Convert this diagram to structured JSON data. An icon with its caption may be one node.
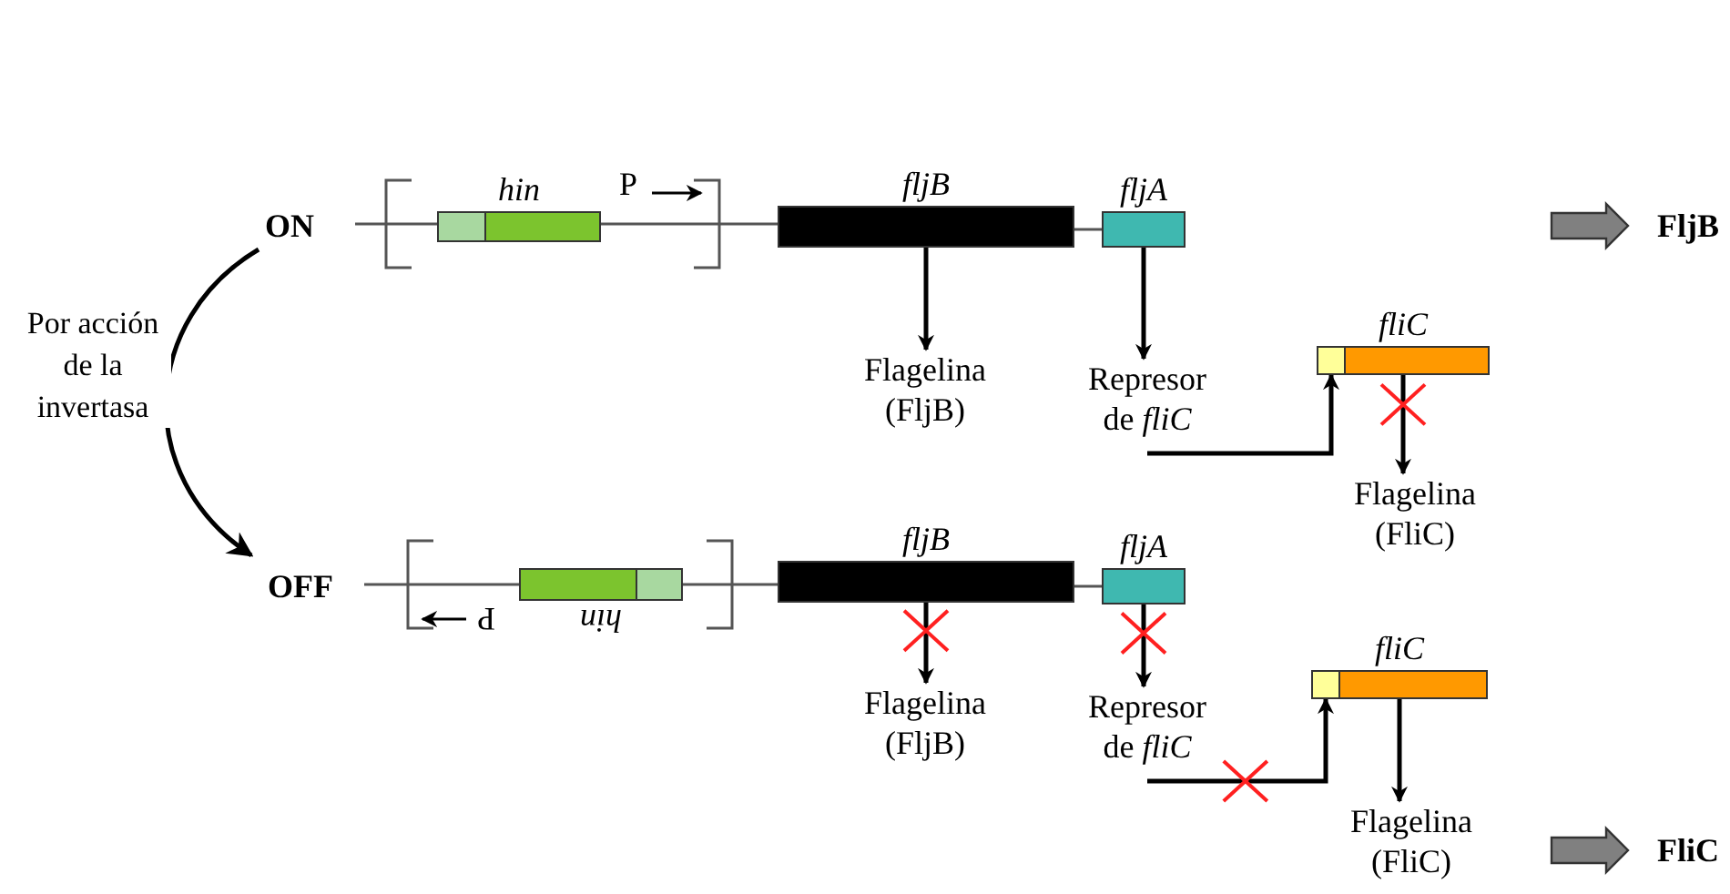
{
  "diagram": {
    "nodes": [
      {
        "text": [
          "ON"
        ]
      },
      {
        "text": [
          "hin"
        ]
      },
      {
        "text": [
          "fljB"
        ]
      },
      {
        "text": [
          "fljA"
        ]
      },
      {
        "text": [
          "Flagelina (FljB)"
        ]
      },
      {
        "text": [
          "Represor de *fliC*"
        ]
      },
      {
        "text": [
          "fliC"
        ]
      },
      {
        "text": [
          "Flagelina (FliC)"
        ]
      },
      {
        "text": [
          "OFF"
        ]
      },
      {
        "text": [
          "hin"
        ]
      },
      {
        "text": [
          "fljB"
        ]
      },
      {
        "text": [
          "fljA"
        ]
      },
      {
        "text": [
          "Flagelina (FljB)"
        ]
      },
      {
        "text": [
          "Represor de *fliC*"
        ]
      },
      {
        "text": [
          "fliC"
        ]
      },
      {
        "text": [
          "Flagelina (FliC)"
        ]
      }
    ],
    "edges": [
      {
        "from": 0,
        "to": 8,
        "arrow": "to",
        "label": "Por acción de la invertasa"
      },
      {
        "from": 2,
        "to": 4,
        "arrow": "to"
      },
      {
        "from": 3,
        "to": 5,
        "arrow": "to"
      },
      {
        "from": 5,
        "to": 6,
        "arrow": "to"
      },
      {
        "from": 6,
        "to": 7,
        "arrow": "to"
      },
      {
        "from": 10,
        "to": 12,
        "arrow": "to"
      },
      {
        "from": 11,
        "to": 13,
        "arrow": "to"
      },
      {
        "from": 13,
        "to": 14,
        "arrow": "to"
      },
      {
        "from": 14,
        "to": 15,
        "arrow": "to"
      },
      {
        "from": 2,
        "to": 3,
        "arrow": "none",
        "color": "#555555"
      },
      {
        "from": 10,
        "to": 11,
        "arrow": "none",
        "color": "#555555"
      }
    ],
    "labels": [
      "P",
      "FljB",
      "P",
      "FliC"
    ]
  }
}
